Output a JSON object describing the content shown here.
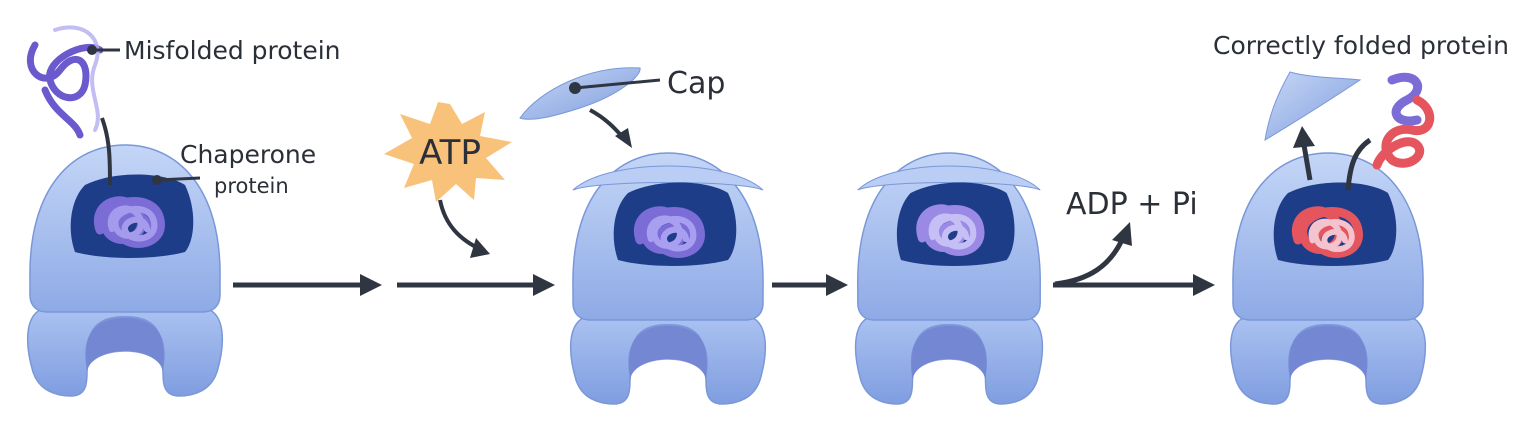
{
  "title": "Chaperonin-assisted protein folding",
  "labels": {
    "misfolded": "Misfolded protein",
    "chaperone_line1": "Chaperone",
    "chaperone_line2": "protein",
    "cap": "Cap",
    "atp": "ATP",
    "adp": "ADP + Pi",
    "correct": "Correctly folded protein"
  },
  "colors": {
    "chaperone": "#9db8ec",
    "chaperone_dark": "#6f8fd6",
    "cavity": "#1f3f8a",
    "misfolded": "#7b6cd6",
    "folded": "#e4555d",
    "arrow": "#2f3642",
    "atp_star": "#f9c27a"
  }
}
